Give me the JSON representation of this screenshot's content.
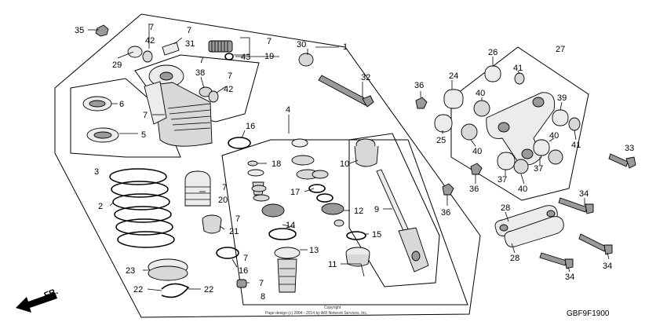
{
  "callouts": [
    {
      "id": "c35",
      "text": "35"
    },
    {
      "id": "c29",
      "text": "29"
    },
    {
      "id": "c7a",
      "text": "7"
    },
    {
      "id": "c42a",
      "text": "42"
    },
    {
      "id": "c7b",
      "text": "7"
    },
    {
      "id": "c31",
      "text": "31"
    },
    {
      "id": "c7c",
      "text": "7"
    },
    {
      "id": "c43",
      "text": "43"
    },
    {
      "id": "c19",
      "text": "19"
    },
    {
      "id": "c30",
      "text": "30"
    },
    {
      "id": "c1",
      "text": "1"
    },
    {
      "id": "c7d",
      "text": "7"
    },
    {
      "id": "c38",
      "text": "38"
    },
    {
      "id": "c7e",
      "text": "7"
    },
    {
      "id": "c42b",
      "text": "42"
    },
    {
      "id": "c32",
      "text": "32"
    },
    {
      "id": "c6",
      "text": "6"
    },
    {
      "id": "c7f",
      "text": "7"
    },
    {
      "id": "c5",
      "text": "5"
    },
    {
      "id": "c16a",
      "text": "16"
    },
    {
      "id": "c4",
      "text": "4"
    },
    {
      "id": "c3",
      "text": "3"
    },
    {
      "id": "c18",
      "text": "18"
    },
    {
      "id": "c10",
      "text": "10"
    },
    {
      "id": "c7g",
      "text": "7"
    },
    {
      "id": "c20",
      "text": "20"
    },
    {
      "id": "c17",
      "text": "17"
    },
    {
      "id": "c2",
      "text": "2"
    },
    {
      "id": "c12",
      "text": "12"
    },
    {
      "id": "c9",
      "text": "9"
    },
    {
      "id": "c7h",
      "text": "7"
    },
    {
      "id": "c21",
      "text": "21"
    },
    {
      "id": "c14",
      "text": "14"
    },
    {
      "id": "c15",
      "text": "15"
    },
    {
      "id": "c13",
      "text": "13"
    },
    {
      "id": "c7i",
      "text": "7"
    },
    {
      "id": "c16b",
      "text": "16"
    },
    {
      "id": "c11",
      "text": "11"
    },
    {
      "id": "c23",
      "text": "23"
    },
    {
      "id": "c7j",
      "text": "7"
    },
    {
      "id": "c8",
      "text": "8"
    },
    {
      "id": "c22a",
      "text": "22"
    },
    {
      "id": "c22b",
      "text": "22"
    },
    {
      "id": "c26",
      "text": "26"
    },
    {
      "id": "c27",
      "text": "27"
    },
    {
      "id": "c24",
      "text": "24"
    },
    {
      "id": "c41a",
      "text": "41"
    },
    {
      "id": "c36a",
      "text": "36"
    },
    {
      "id": "c40a",
      "text": "40"
    },
    {
      "id": "c39",
      "text": "39"
    },
    {
      "id": "c25",
      "text": "25"
    },
    {
      "id": "c40b",
      "text": "40"
    },
    {
      "id": "c40c",
      "text": "40"
    },
    {
      "id": "c41b",
      "text": "41"
    },
    {
      "id": "c33",
      "text": "33"
    },
    {
      "id": "c37a",
      "text": "37"
    },
    {
      "id": "c37b",
      "text": "37"
    },
    {
      "id": "c40d",
      "text": "40"
    },
    {
      "id": "c36b",
      "text": "36"
    },
    {
      "id": "c36c",
      "text": "36"
    },
    {
      "id": "c34a",
      "text": "34"
    },
    {
      "id": "c28a",
      "text": "28"
    },
    {
      "id": "c28b",
      "text": "28"
    },
    {
      "id": "c34b",
      "text": "34"
    },
    {
      "id": "c34c",
      "text": "34"
    }
  ],
  "direction_label": "FR.",
  "diagram_code": "GBF9F1900",
  "copyright_title": "Copyright",
  "copyright_text": "Page design (c) 2004 - 2014 by ARI Network Services, Inc."
}
